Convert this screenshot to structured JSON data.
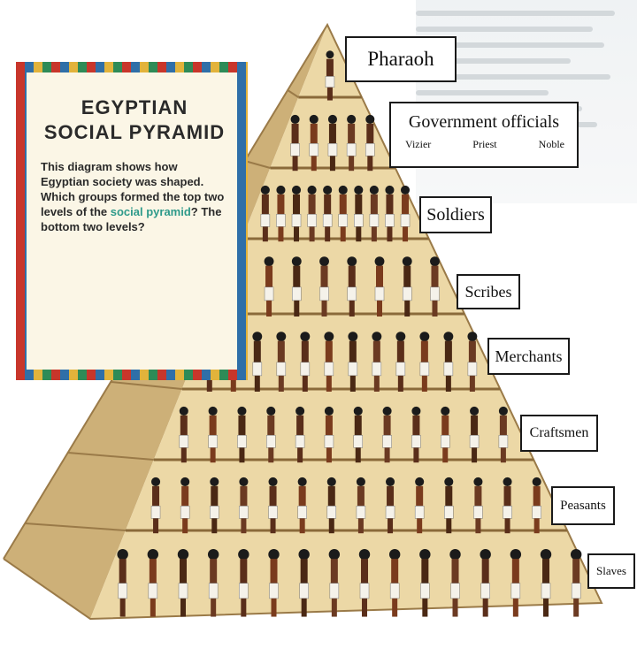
{
  "box": {
    "title_line1": "EGYPTIAN",
    "title_line2": "SOCIAL PYRAMID",
    "body_before": "This diagram shows how Egyptian society was shaped. Which groups formed the top two levels of the ",
    "body_highlight": "social pyramid",
    "body_after": "? The bottom two levels?"
  },
  "levels": [
    {
      "label": "Pharaoh"
    },
    {
      "label": "Government officials",
      "sub": [
        "Vizier",
        "Priest",
        "Noble"
      ]
    },
    {
      "label": "Soldiers"
    },
    {
      "label": "Scribes"
    },
    {
      "label": "Merchants"
    },
    {
      "label": "Craftsmen"
    },
    {
      "label": "Peasants"
    },
    {
      "label": "Slaves"
    }
  ],
  "colors": {
    "sand": "#ecd8a6",
    "shade": "#cdb078",
    "ledge": "#8a6a3a",
    "figure": "#5a2e1a"
  }
}
